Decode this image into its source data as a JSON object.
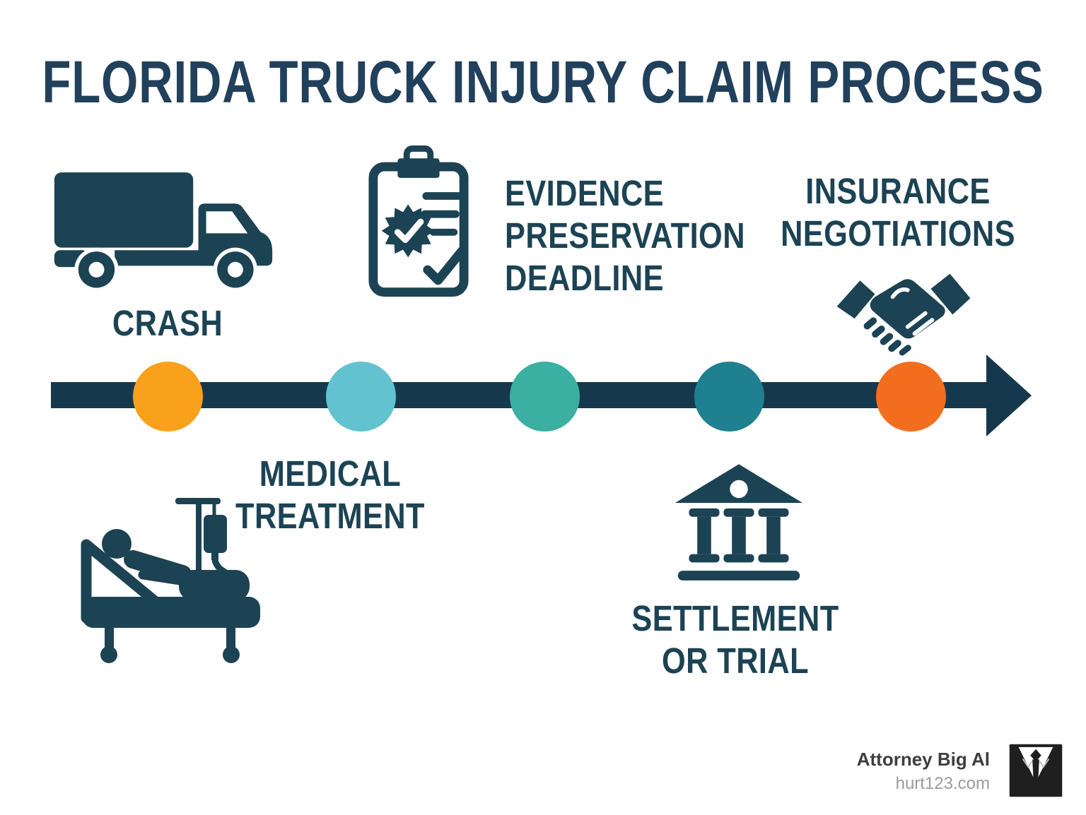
{
  "title": "FLORIDA TRUCK INJURY CLAIM PROCESS",
  "colors": {
    "navy": "#1C4354",
    "title_navy": "#21405C",
    "timeline": "#16384C",
    "footer_brand": "#3E3E3E",
    "footer_url": "#9B9B9B",
    "logo_bg": "#1F1F1F"
  },
  "steps": [
    {
      "name": "crash",
      "icon": "truck-icon",
      "dot_color": "#F9A11B",
      "lines": [
        "CRASH"
      ]
    },
    {
      "name": "medical-treatment",
      "icon": "hospital-bed-icon",
      "dot_color": "#63C2CF",
      "lines": [
        "MEDICAL",
        "TREATMENT"
      ]
    },
    {
      "name": "evidence-preservation-deadline",
      "icon": "evidence-clipboard-icon",
      "dot_color": "#3AAFA2",
      "lines": [
        "EVIDENCE",
        "PRESERVATION",
        "DEADLINE"
      ]
    },
    {
      "name": "settlement-or-trial",
      "icon": "courthouse-icon",
      "dot_color": "#1F8090",
      "lines": [
        "SETTLEMENT",
        "OR TRIAL"
      ]
    },
    {
      "name": "insurance-negotiations",
      "icon": "handshake-icon",
      "dot_color": "#F26E1E",
      "lines": [
        "INSURANCE",
        "NEGOTIATIONS"
      ]
    }
  ],
  "footer": {
    "brand": "Attorney Big Al",
    "website": "hurt123.com"
  }
}
